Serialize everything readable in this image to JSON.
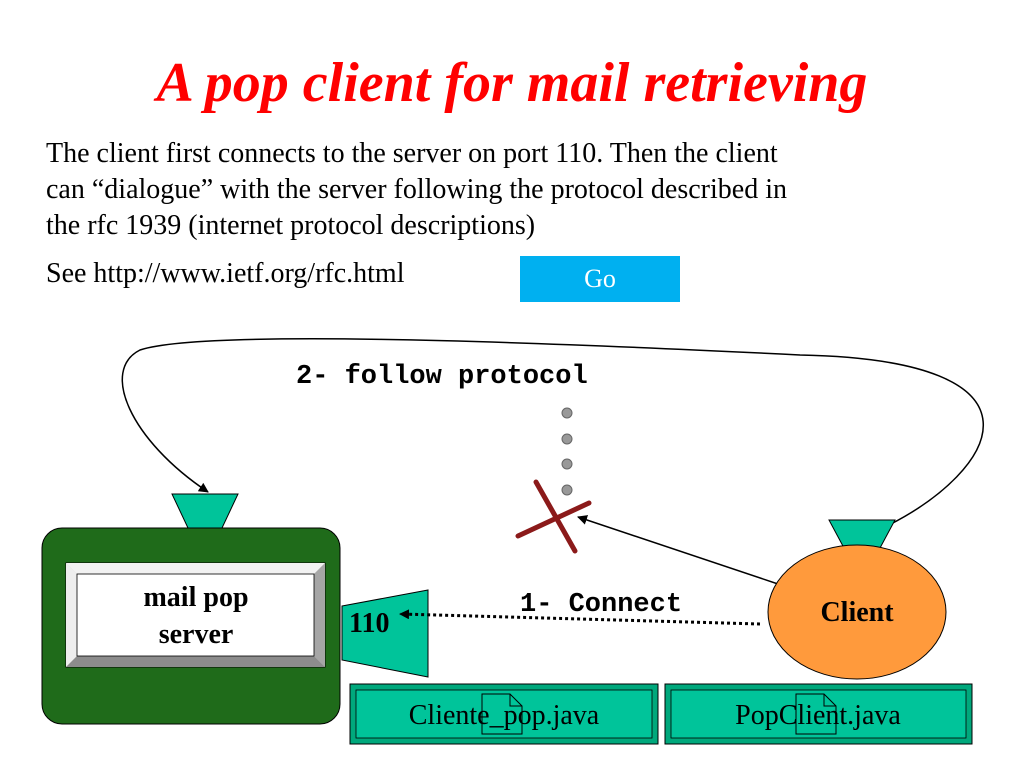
{
  "slide": {
    "title": "A pop client for mail retrieving",
    "paragraph_lines": [
      "The client first connects to the server on port 110. Then the client",
      "can “dialogue” with the server following the protocol described in",
      "the rfc 1939 (internet protocol descriptions)"
    ],
    "see_line": "See http://www.ietf.org/rfc.html",
    "go_button": "Go"
  },
  "diagram": {
    "step2_label": "2- follow protocol",
    "step1_label": "1- Connect",
    "server_label_line1": "mail pop",
    "server_label_line2": "server",
    "port_label": "110",
    "client_label": "Client",
    "file1_label": "Cliente_pop.java",
    "file2_label": "PopClient.java",
    "colors": {
      "server_body": "#1f6b1a",
      "teal": "#00c49a",
      "client_fill": "#ff9a3c",
      "cross": "#8b1a1a",
      "dots": "#999999",
      "go_button": "#00b0f0",
      "title": "#ff0000"
    }
  }
}
